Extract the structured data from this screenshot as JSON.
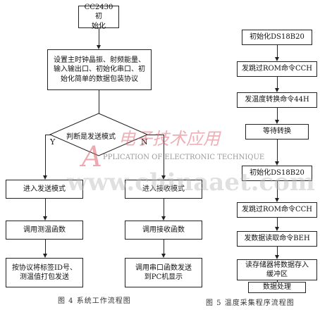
{
  "fig4": {
    "start": "CC2430初\n始化",
    "init": "设置主时钟晶振、射频能量、\n输入输出口、初始化串口、初\n始化简单的数据包装协议",
    "decision": "判断是发送模式",
    "yes_label": "Y",
    "no_label": "N",
    "send_mode": "进入发送模式",
    "recv_mode": "进入接收模式",
    "temp_func": "调用测温函数",
    "recv_func": "调用接收函数",
    "pack_send": "按协议将标签ID号、\n测温值打包发送",
    "serial_send": "调用串口函数发送\n到PC机显示",
    "caption": "图 4    系统工作流程图"
  },
  "fig5": {
    "step1": "初始化DS18B20",
    "step2": "发跳过ROM命令CCH",
    "step3": "发温度转换命令44H",
    "step4": "等待转换",
    "step5": "初始化DS18B20",
    "step6": "发跳过ROM命令CCH",
    "step7": "发数据读取命令BEH",
    "step8": "读存储器将数据存入\n缓冲区",
    "step9": "数据处理",
    "caption": "图 5    温度采集程序流程图"
  },
  "watermark": {
    "cn": "电子技术应用",
    "en": "PPLICATION OF ELECTRONIC TECHNIQUE",
    "en_initial": "A",
    "url": "www.chinaaet.com",
    "color": "#e06070"
  }
}
